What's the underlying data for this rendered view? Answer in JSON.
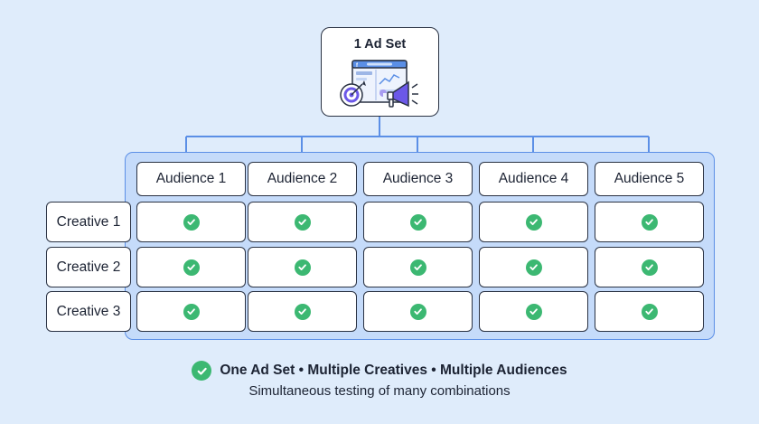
{
  "adset": {
    "title": "1 Ad Set"
  },
  "audiences": [
    "Audience 1",
    "Audience 2",
    "Audience 3",
    "Audience 4",
    "Audience 5"
  ],
  "creatives": [
    "Creative 1",
    "Creative 2",
    "Creative 3"
  ],
  "footer": {
    "title": "One Ad Set • Multiple Creatives • Multiple Audiences",
    "subtitle": "Simultaneous testing of many combinations"
  },
  "colors": {
    "background": "#dfecfb",
    "accent_blue": "#5b8fe6",
    "grid_fill": "#c5dbfa",
    "check_green": "#3cb872",
    "megaphone_purple": "#6b58e8"
  }
}
